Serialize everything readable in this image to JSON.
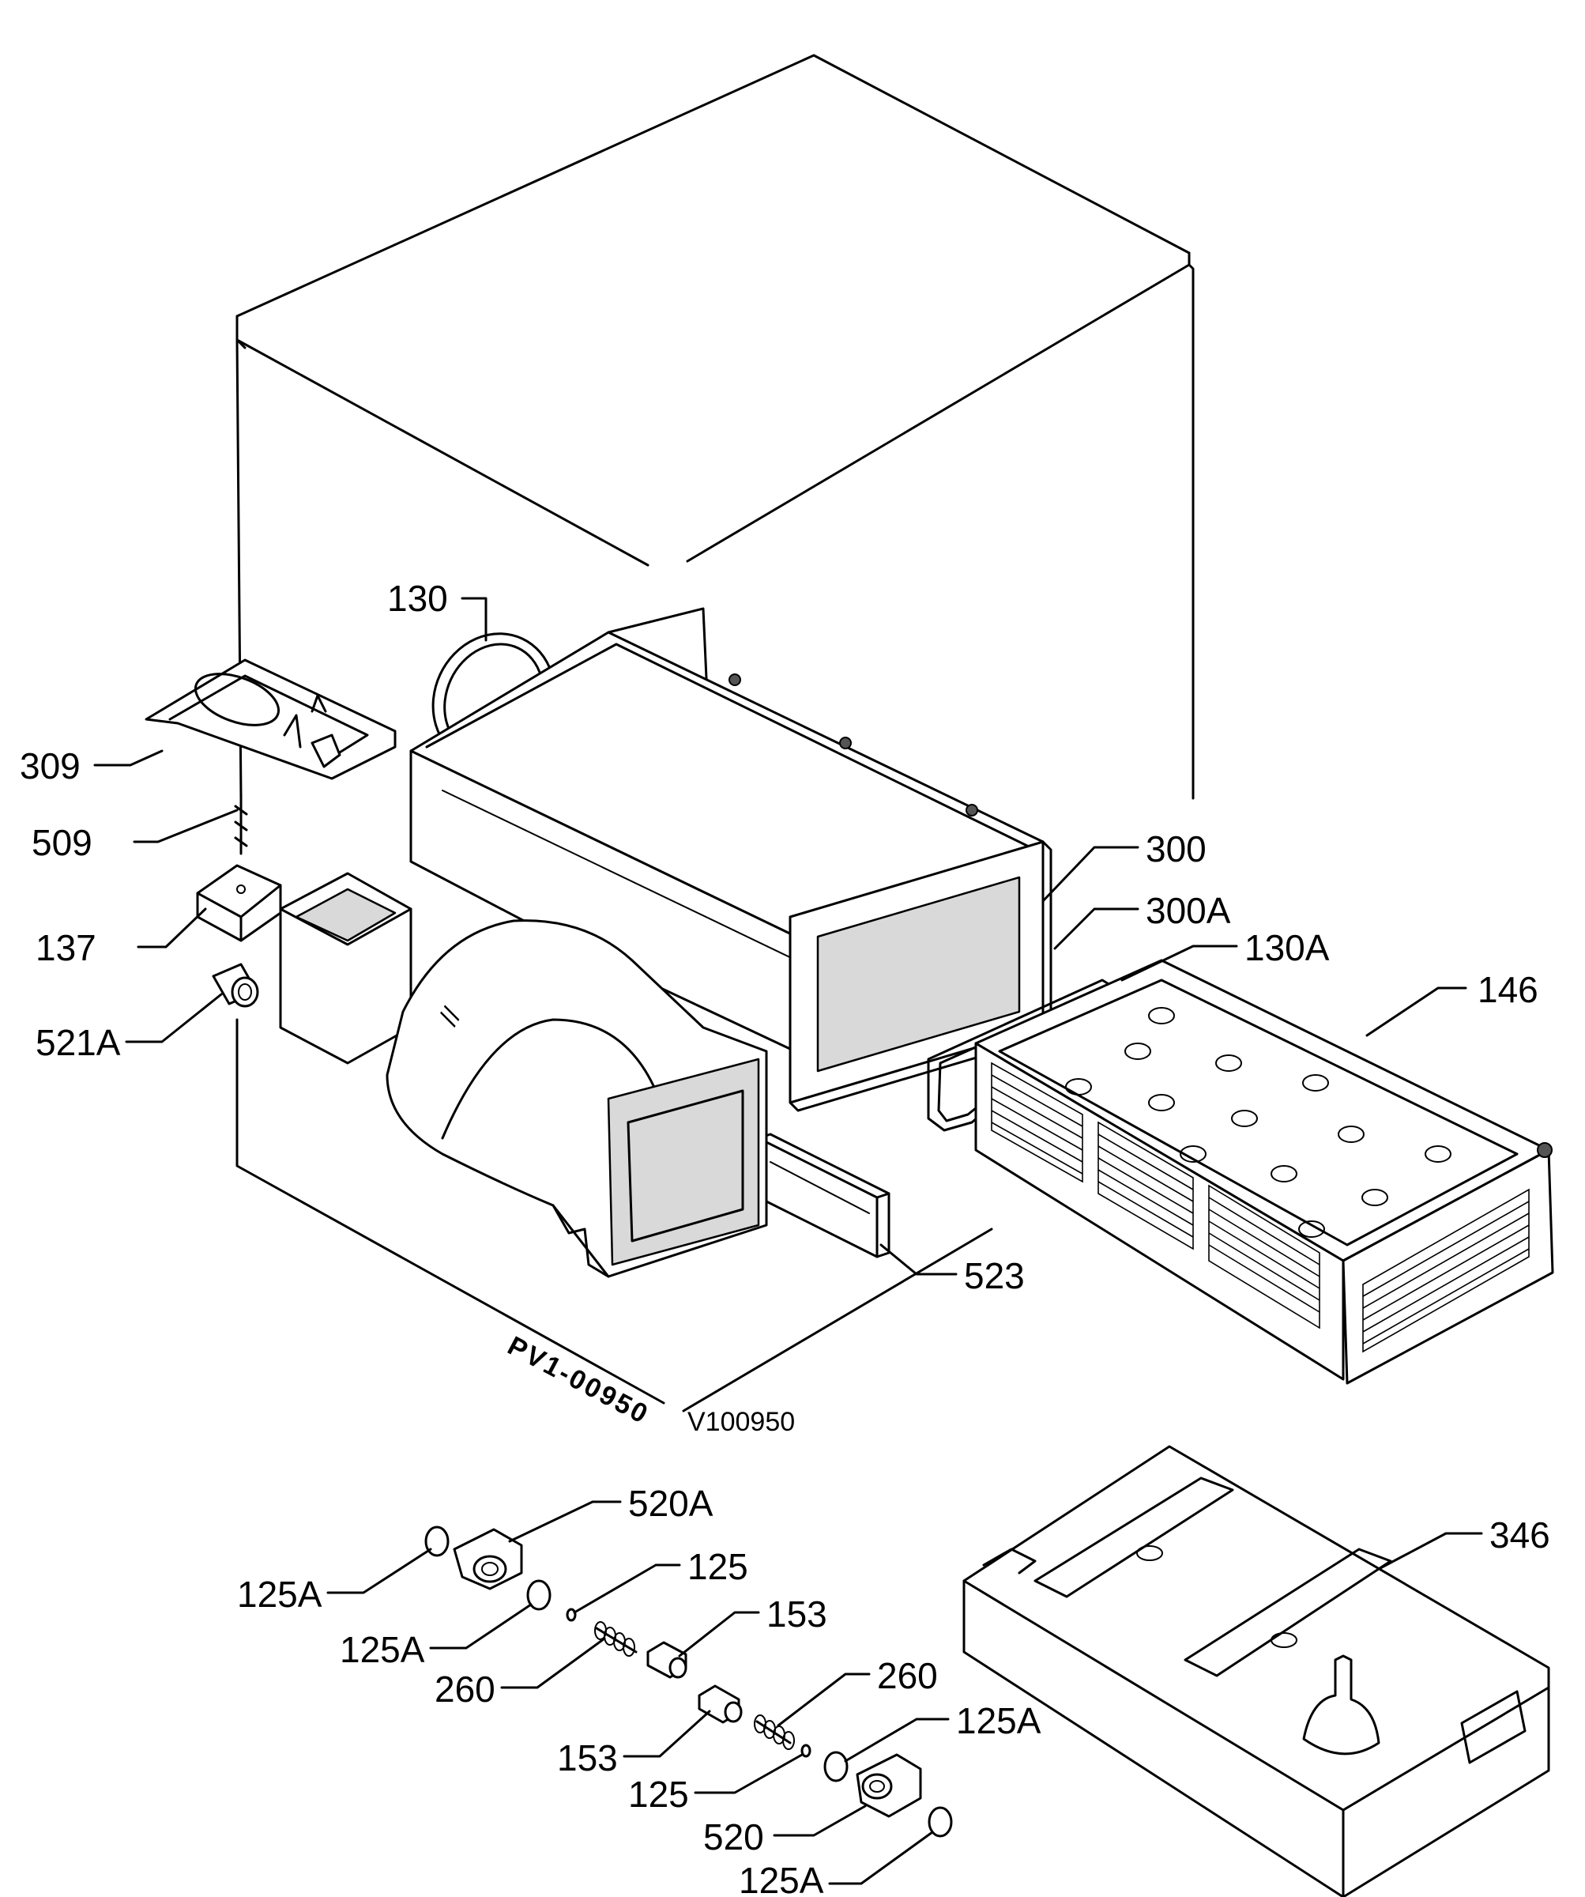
{
  "diagram": {
    "drawing_code": "PV1-00950",
    "reference": "V100950",
    "callouts": {
      "c130": "130",
      "c309": "309",
      "c509": "509",
      "c137": "137",
      "c521A": "521A",
      "c300": "300",
      "c300A": "300A",
      "c130A": "130A",
      "c146": "146",
      "c523": "523",
      "c520A": "520A",
      "c125A_1": "125A",
      "c125A_2": "125A",
      "c125_1": "125",
      "c153_1": "153",
      "c260_1": "260",
      "c153_2": "153",
      "c260_2": "260",
      "c125A_3": "125A",
      "c125_2": "125",
      "c520": "520",
      "c125A_4": "125A",
      "c346": "346"
    }
  }
}
